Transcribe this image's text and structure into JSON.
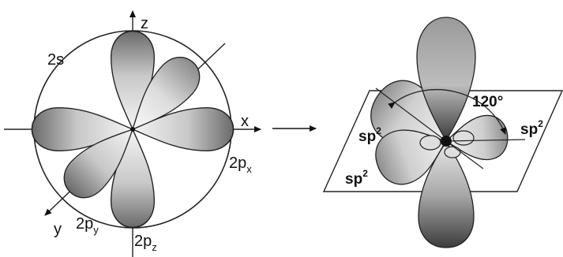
{
  "left_diagram": {
    "label_2s": "2s",
    "axis_z": "z",
    "axis_x": "x",
    "axis_y": "y",
    "label_2px": {
      "main": "2p",
      "sub": "x"
    },
    "label_2py": {
      "main": "2p",
      "sub": "y"
    },
    "label_2pz": {
      "main": "2p",
      "sub": "z"
    }
  },
  "right_diagram": {
    "angle": "120°",
    "sp2_labels": [
      {
        "main": "sp",
        "sup": "2"
      },
      {
        "main": "sp",
        "sup": "2"
      },
      {
        "main": "sp",
        "sup": "2"
      }
    ]
  }
}
